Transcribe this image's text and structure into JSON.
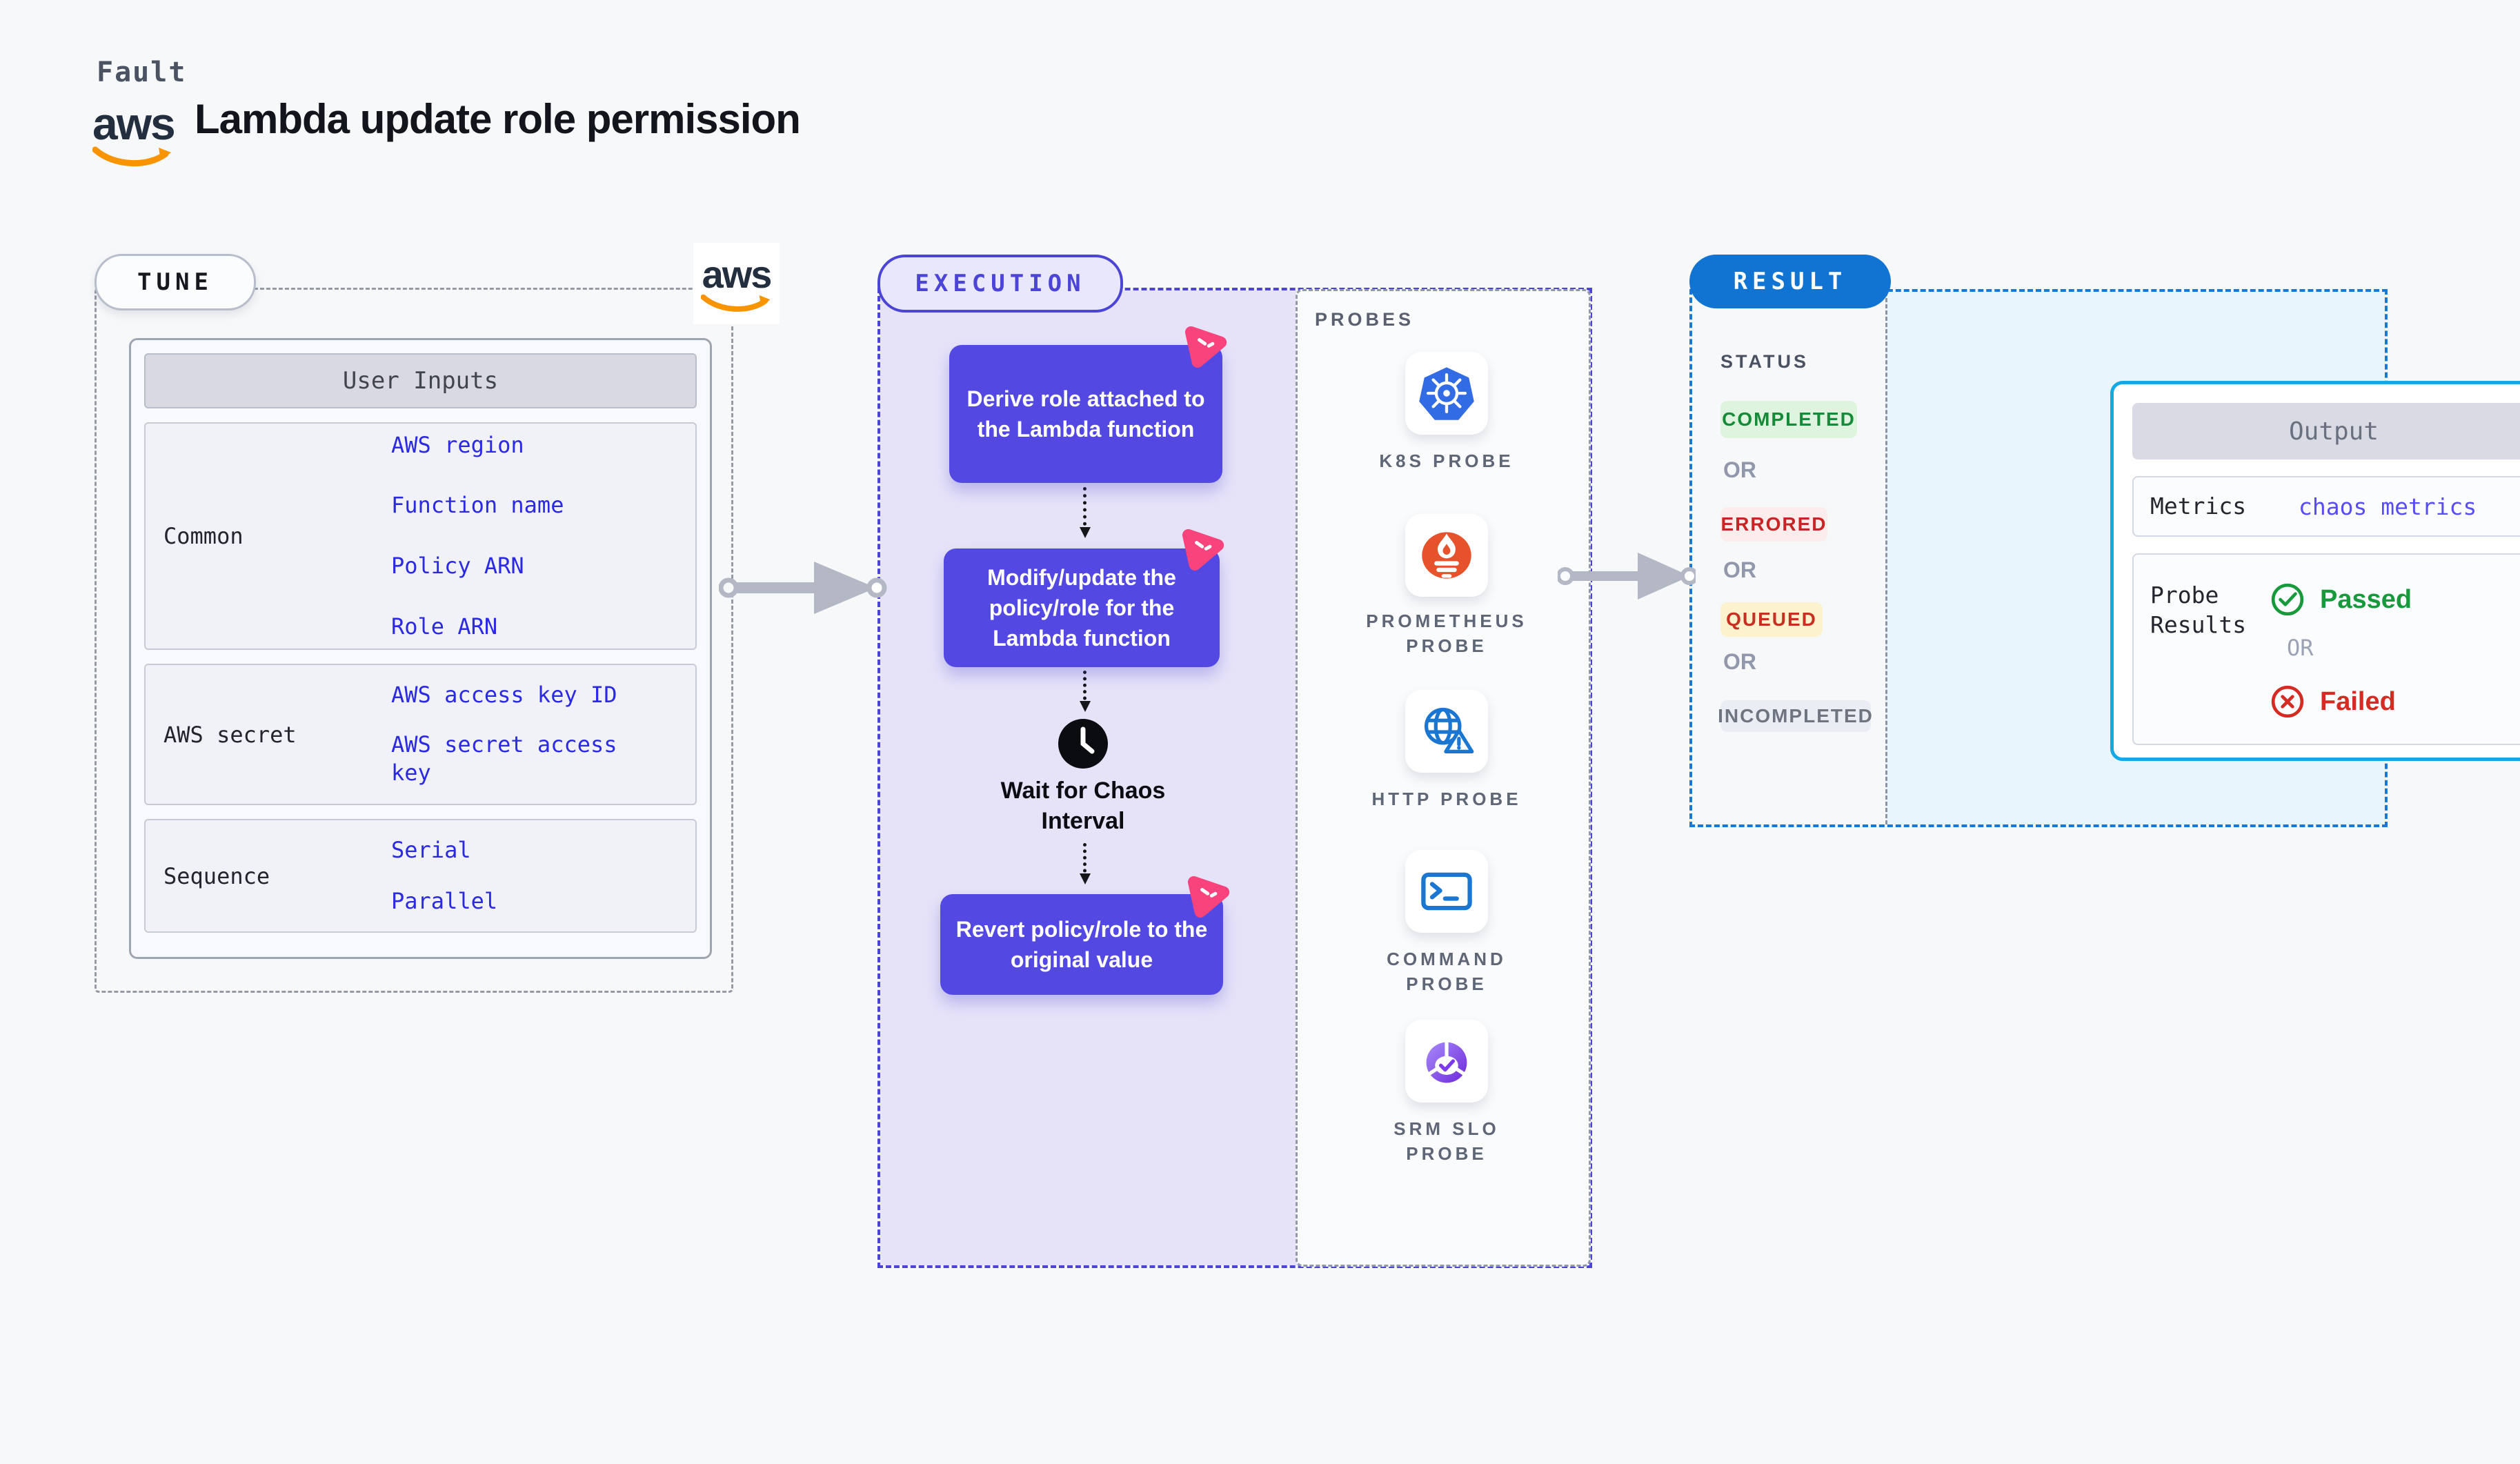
{
  "colors": {
    "page_bg": "#F7F8FA",
    "node_purple": "#5349E2",
    "execution_fill": "#E6E3F9",
    "execution_border": "#4B44D4",
    "link_blue": "#2B2AE2",
    "chaos_pink": "#F9437C",
    "result_blue": "#1173D2",
    "output_border_cyan": "#14A9E4",
    "output_fill": "#E8F5FC",
    "aws_navy": "#232F3E",
    "aws_orange": "#F79400",
    "completed_green": "#168A38",
    "errored_red": "#C62425",
    "queued_red": "#C53022",
    "incompleted_gray": "#6E7480",
    "passed_green": "#189A3C",
    "failed_red": "#D42B23",
    "arrow_gray": "#B4B8C5",
    "k8s_blue": "#326CE5",
    "prometheus_orange": "#E6522C",
    "probe_icon_blue": "#1B76D2"
  },
  "header": {
    "eyebrow": "Fault",
    "title": "Lambda update role permission",
    "aws_logo": "aws"
  },
  "tune": {
    "label": "TUNE",
    "aws_logo": "aws",
    "table": {
      "header": "User Inputs",
      "rows": [
        {
          "label": "Common",
          "links": [
            "AWS region",
            "Function name",
            "Policy ARN",
            "Role ARN"
          ]
        },
        {
          "label": "AWS secret",
          "links": [
            "AWS access key ID",
            "AWS secret access key"
          ]
        },
        {
          "label": "Sequence",
          "links": [
            "Serial",
            "Parallel"
          ]
        }
      ]
    }
  },
  "execution": {
    "label": "EXECUTION",
    "nodes": [
      "Derive role attached to the Lambda function",
      "Modify/update the policy/role for the Lambda function",
      "Revert policy/role to the original value"
    ],
    "wait_label": "Wait for Chaos Interval"
  },
  "probes": {
    "label": "PROBES",
    "items": [
      {
        "name": "k8s-probe",
        "label": "K8S PROBE"
      },
      {
        "name": "prometheus-probe",
        "label": "PROMETHEUS PROBE"
      },
      {
        "name": "http-probe",
        "label": "HTTP PROBE"
      },
      {
        "name": "command-probe",
        "label": "COMMAND PROBE"
      },
      {
        "name": "srm-slo-probe",
        "label": "SRM SLO PROBE"
      }
    ]
  },
  "result": {
    "label": "RESULT",
    "status": {
      "heading": "STATUS",
      "items": [
        "COMPLETED",
        "OR",
        "ERRORED",
        "OR",
        "QUEUED",
        "OR",
        "INCOMPLETED"
      ]
    },
    "output": {
      "header": "Output",
      "metrics_label": "Metrics",
      "metrics_value": "chaos metrics",
      "probe_results_label": "Probe Results",
      "passed": "Passed",
      "or": "OR",
      "failed": "Failed"
    }
  }
}
